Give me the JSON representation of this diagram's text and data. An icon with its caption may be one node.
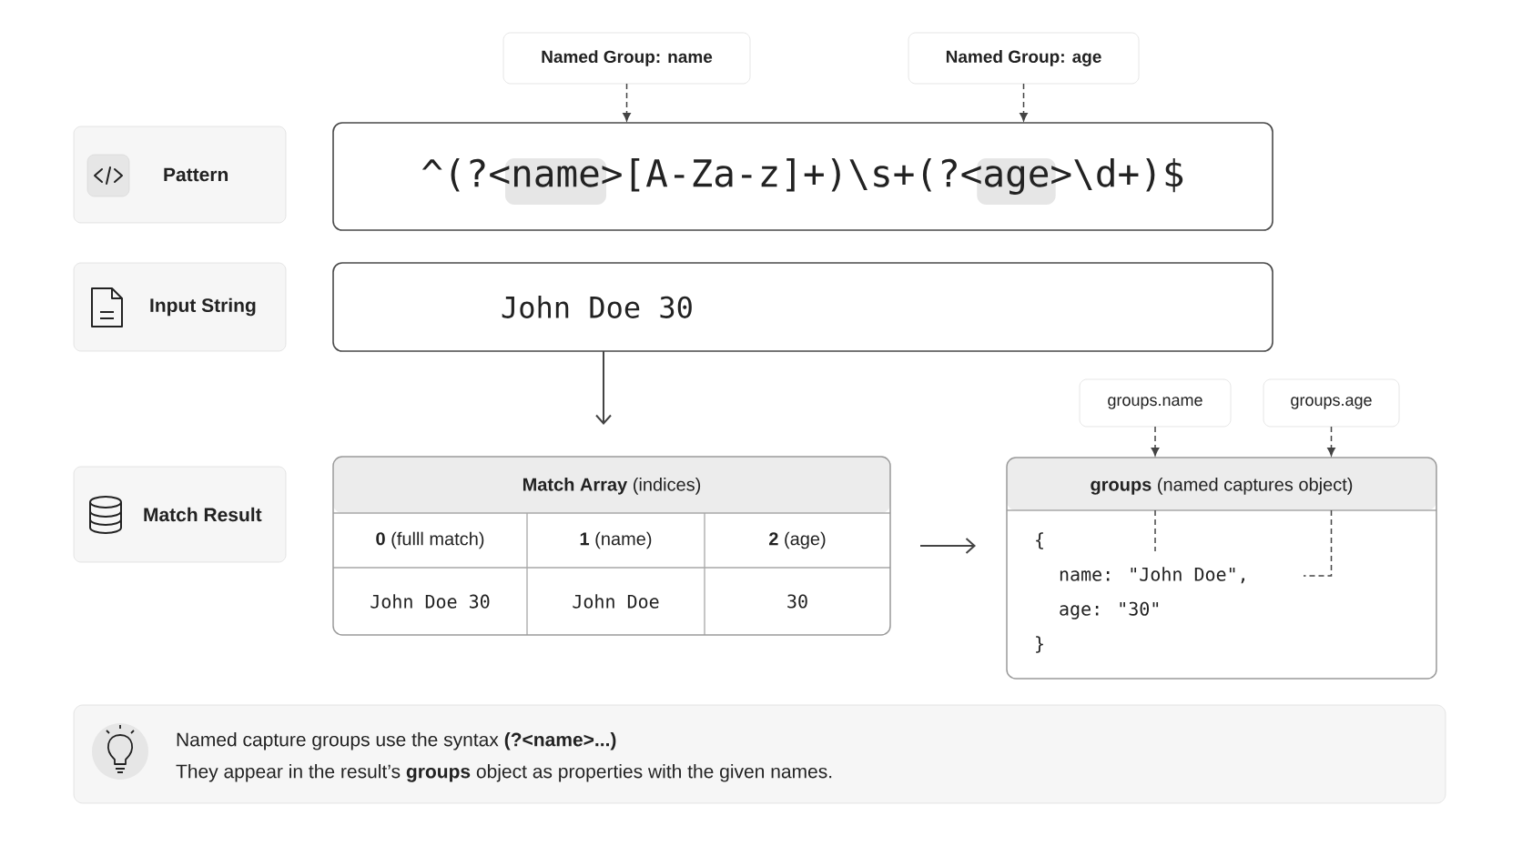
{
  "diagram": {
    "nodes": [
      {
        "text": [
          "Named Group: name"
        ]
      },
      {
        "text": [
          "Named Group: age"
        ]
      },
      {
        "text": [
          "Pattern"
        ]
      },
      {
        "text": [
          "^(?<name>[A-Za-z]+)\\s+(?<age>\\d+)$"
        ]
      },
      {
        "text": [
          "Input String"
        ]
      },
      {
        "text": [
          "John Doe 30"
        ]
      },
      {
        "text": [
          "groups.name"
        ]
      },
      {
        "text": [
          "groups.age"
        ]
      },
      {
        "text": [
          "Match Result"
        ]
      },
      {
        "text": [
          "**Match Array** (indices)"
        ]
      },
      {
        "text": [
          "**0** (fulll match)"
        ],
        "in": 9
      },
      {
        "text": [
          "**1** (name)"
        ],
        "in": 9
      },
      {
        "text": [
          "**2** (age)"
        ],
        "in": 9
      },
      {
        "text": [
          "John Doe 30"
        ],
        "in": 9
      },
      {
        "text": [
          "John Doe"
        ],
        "in": 9
      },
      {
        "text": [
          "30"
        ],
        "in": 9
      },
      {
        "text": [
          "**groups** (named captures object)",
          "{",
          "name: \"John Doe\",",
          "age: \"30\"",
          "}"
        ]
      },
      {
        "text": [
          "Named capture groups use the syntax **(?<name>...)**",
          "They appear in the result’s **groups** object as properties with the given names."
        ]
      }
    ],
    "edges": [
      {
        "from": 0,
        "to": 3,
        "arrow": "to",
        "style": "dashed"
      },
      {
        "from": 1,
        "to": 3,
        "arrow": "to",
        "style": "dashed"
      },
      {
        "from": 5,
        "to": 9,
        "arrow": "to"
      },
      {
        "from": 6,
        "to": 16,
        "arrow": "to",
        "style": "dashed"
      },
      {
        "from": 7,
        "to": 16,
        "arrow": "to",
        "style": "dashed"
      },
      {
        "from": 9,
        "to": 16,
        "arrow": "to"
      }
    ]
  }
}
